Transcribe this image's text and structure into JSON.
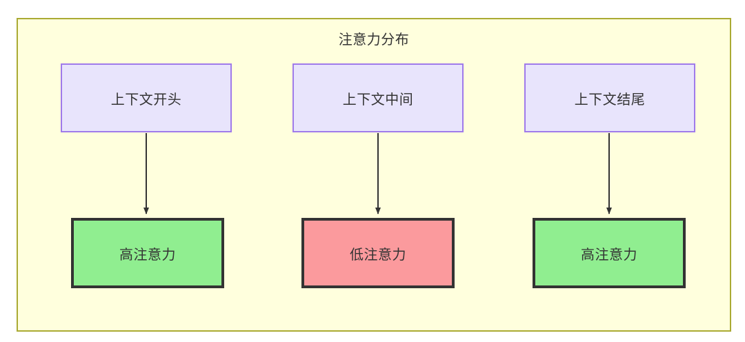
{
  "diagram": {
    "title": "注意力分布",
    "background_color": "#ffffdd",
    "border_color": "#aaaa33",
    "source_nodes": [
      {
        "id": "ctx-start",
        "label": "上下文开头",
        "fill": "#e8e4fc",
        "stroke": "#9f7aea"
      },
      {
        "id": "ctx-middle",
        "label": "上下文中间",
        "fill": "#e8e4fc",
        "stroke": "#9f7aea"
      },
      {
        "id": "ctx-end",
        "label": "上下文结尾",
        "fill": "#e8e4fc",
        "stroke": "#9f7aea"
      }
    ],
    "target_nodes": [
      {
        "id": "attn-start",
        "label": "高注意力",
        "fill": "#90ee90",
        "stroke": "#333333"
      },
      {
        "id": "attn-middle",
        "label": "低注意力",
        "fill": "#fb9a9d",
        "stroke": "#333333"
      },
      {
        "id": "attn-end",
        "label": "高注意力",
        "fill": "#90ee90",
        "stroke": "#333333"
      }
    ],
    "edges": [
      {
        "from": "ctx-start",
        "to": "attn-start",
        "label": "",
        "arrow": "down"
      },
      {
        "from": "ctx-middle",
        "to": "attn-middle",
        "label": "",
        "arrow": "down"
      },
      {
        "from": "ctx-end",
        "to": "attn-end",
        "label": "",
        "arrow": "down"
      }
    ],
    "edge_color": "#333333"
  }
}
